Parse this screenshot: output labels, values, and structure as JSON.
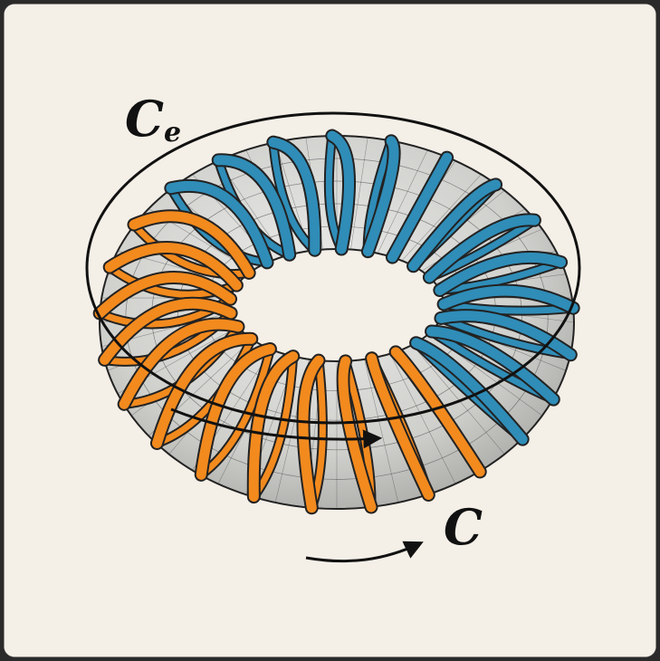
{
  "labels": {
    "outer_loop": "C",
    "outer_loop_subscript": "e",
    "inner_path": "C"
  },
  "colors": {
    "background": "#f4efe7",
    "frame_border": "#2a2a2a",
    "torus_fill": "#d4d4d2",
    "torus_grid": "#3a3a3a",
    "coil_left": "#2f8db8",
    "coil_right": "#f28a1e",
    "coil_outline": "#222222",
    "line": "#111111"
  },
  "coils": {
    "left_turns": 13,
    "right_turns": 12
  }
}
